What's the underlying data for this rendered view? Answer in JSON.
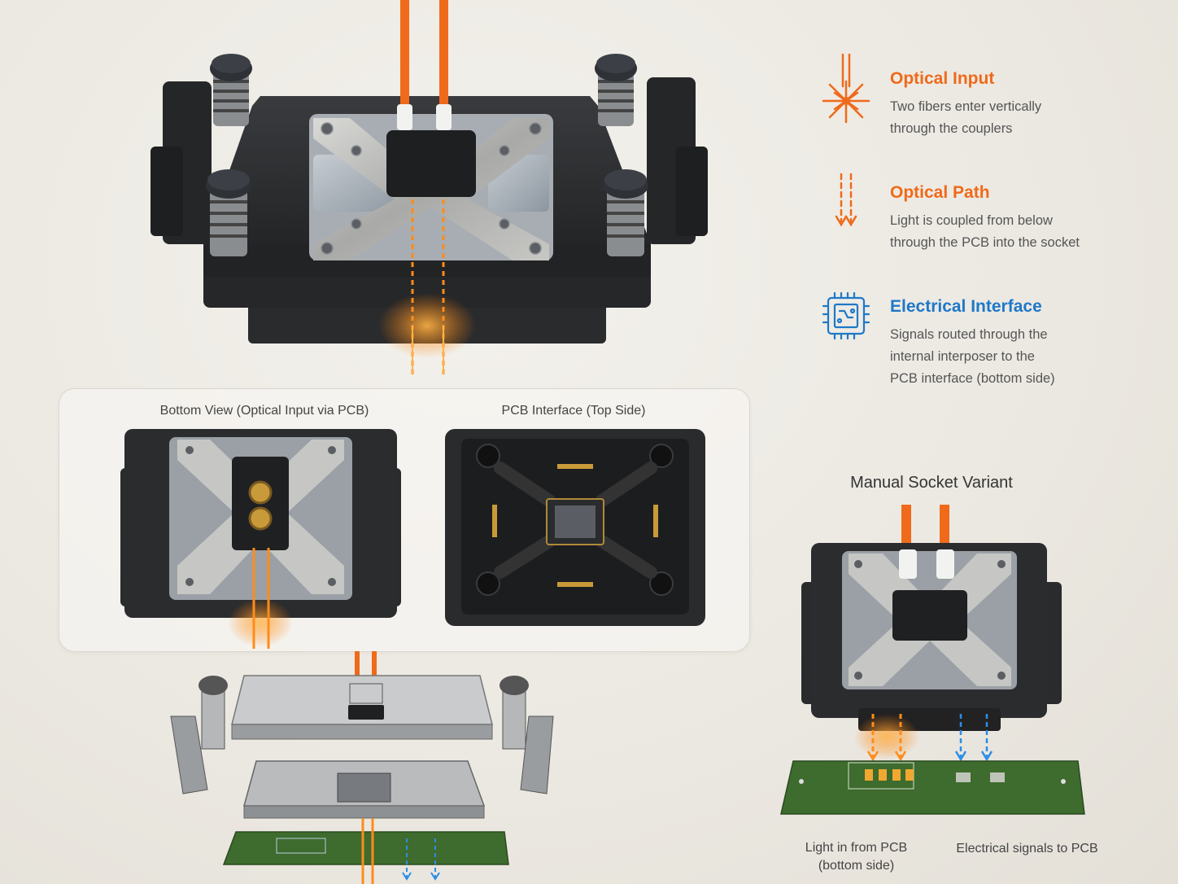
{
  "legend": {
    "optical_input": {
      "title": "Optical Input",
      "line1": "Two fibers enter vertically",
      "line2": "through the couplers",
      "color": "#ef6a1a",
      "icon": "fiber-burst-icon"
    },
    "optical_path": {
      "title": "Optical Path",
      "line1": "Light is coupled from below",
      "line2": "through the PCB into the socket",
      "color": "#ef6a1a",
      "icon": "dashed-arrows-down-icon"
    },
    "electrical_interface": {
      "title": "Electrical Interface",
      "line1": "Signals routed through the",
      "line2": "internal interposer to the",
      "line3": "PCB interface (bottom side)",
      "color": "#1f78c8",
      "icon": "chip-circuit-icon"
    }
  },
  "panel": {
    "bottom_view_caption": "Bottom View (Optical Input via PCB)",
    "pcb_interface_caption": "PCB Interface (Top Side)"
  },
  "variant": {
    "title": "Manual Socket Variant",
    "caption_light_line1": "Light in from PCB",
    "caption_light_line2": "(bottom side)",
    "caption_electrical": "Electrical signals to PCB"
  },
  "colors": {
    "fiber_orange": "#ef6a1a",
    "signal_blue": "#2b8ee6",
    "socket_body": "#2b2c2e",
    "pcb_green": "#3e6b2e"
  }
}
